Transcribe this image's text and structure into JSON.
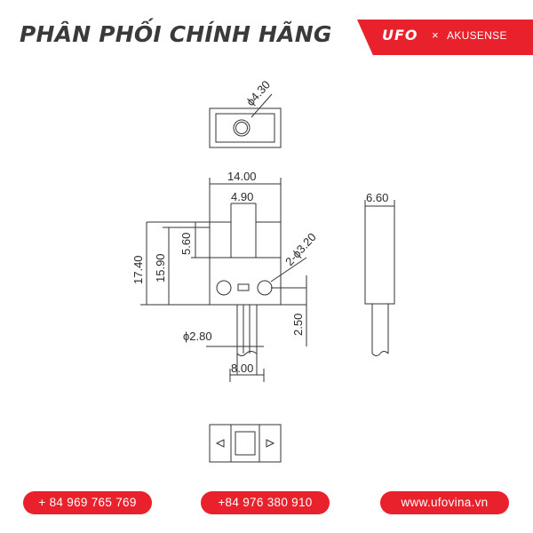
{
  "header": {
    "title": "PHÂN PHỐI CHÍNH HÃNG",
    "brand_logo": "UFO",
    "brand_separator": "×",
    "brand_partner": "AKUSENSE"
  },
  "drawing": {
    "dimensions": {
      "hole_dia": "ϕ4.30",
      "width_total": "14.00",
      "slot_width": "4.90",
      "slot_depth": "5.60",
      "height_total": "17.40",
      "height_body": "15.90",
      "mount_holes": "2-ϕ3.20",
      "lead_offset": "2.50",
      "lead_dia": "ϕ2.80",
      "lead_pitch": "8.00",
      "side_thickness": "6.60"
    }
  },
  "footer": {
    "phone_1": "+ 84 969 765 769",
    "phone_2": "+84 976 380 910",
    "website": "www.ufovina.vn"
  },
  "colors": {
    "accent": "#e8212c",
    "text": "#3a3a3a",
    "line": "#333333"
  }
}
